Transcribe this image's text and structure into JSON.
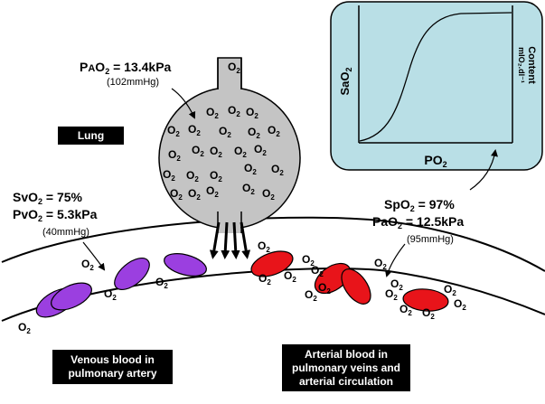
{
  "labels": {
    "pao2_alveolar": {
      "prefix": "P",
      "small": "A",
      "mid": "O",
      "sub": "2",
      "rest": " = 13.4kPa"
    },
    "pao2_alveolar_mmhg": "(102mmHg)",
    "lung": "Lung",
    "svo2": {
      "prefix": "SvO",
      "sub": "2",
      "rest": " = 75%"
    },
    "pvo2": {
      "prefix": "PvO",
      "sub": "2",
      "rest": " = 5.3kPa"
    },
    "pvo2_mmhg": "(40mmHg)",
    "spo2": {
      "prefix": "SpO",
      "sub": "2",
      "rest": " = 97%"
    },
    "pao2_arterial": {
      "prefix": "PaO",
      "sub": "2",
      "rest": " = 12.5kPa"
    },
    "pao2_arterial_mmhg": "(95mmHg)",
    "venous_box": "Venous blood in pulmonary artery",
    "arterial_box": "Arterial blood in pulmonary veins and arterial circulation"
  },
  "o2_label": {
    "main": "O",
    "sub": "2"
  },
  "graph": {
    "y_axis_left": {
      "main": "SaO",
      "sub": "2"
    },
    "y_axis_right": {
      "line1": "Content",
      "line2": "mlO₂.dl⁻¹"
    },
    "x_axis": {
      "main": "PO",
      "sub": "2"
    }
  },
  "colors": {
    "graph_bg": "#b9dfe6",
    "lung_fill": "#c4c4c4",
    "venous_cell": "#9b3fe0",
    "arterial_cell": "#e8141a"
  }
}
